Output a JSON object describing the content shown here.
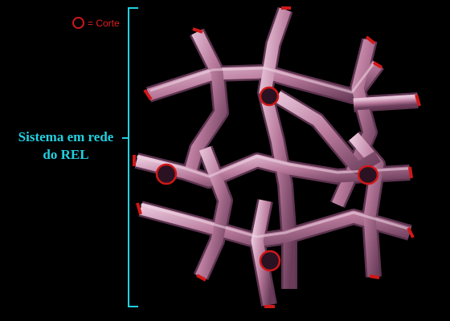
{
  "legend": {
    "symbol": "red-circle-icon",
    "label": "= Corte"
  },
  "side_label": {
    "line1": "Sistema em rede",
    "line2": "do REL"
  },
  "colors": {
    "background": "#000000",
    "rod": "#b97a9c",
    "rod_dark": "#6e3f5d",
    "rod_light": "#e8c6da",
    "cut_marker": "#d01818",
    "label": "#22d0e0"
  }
}
